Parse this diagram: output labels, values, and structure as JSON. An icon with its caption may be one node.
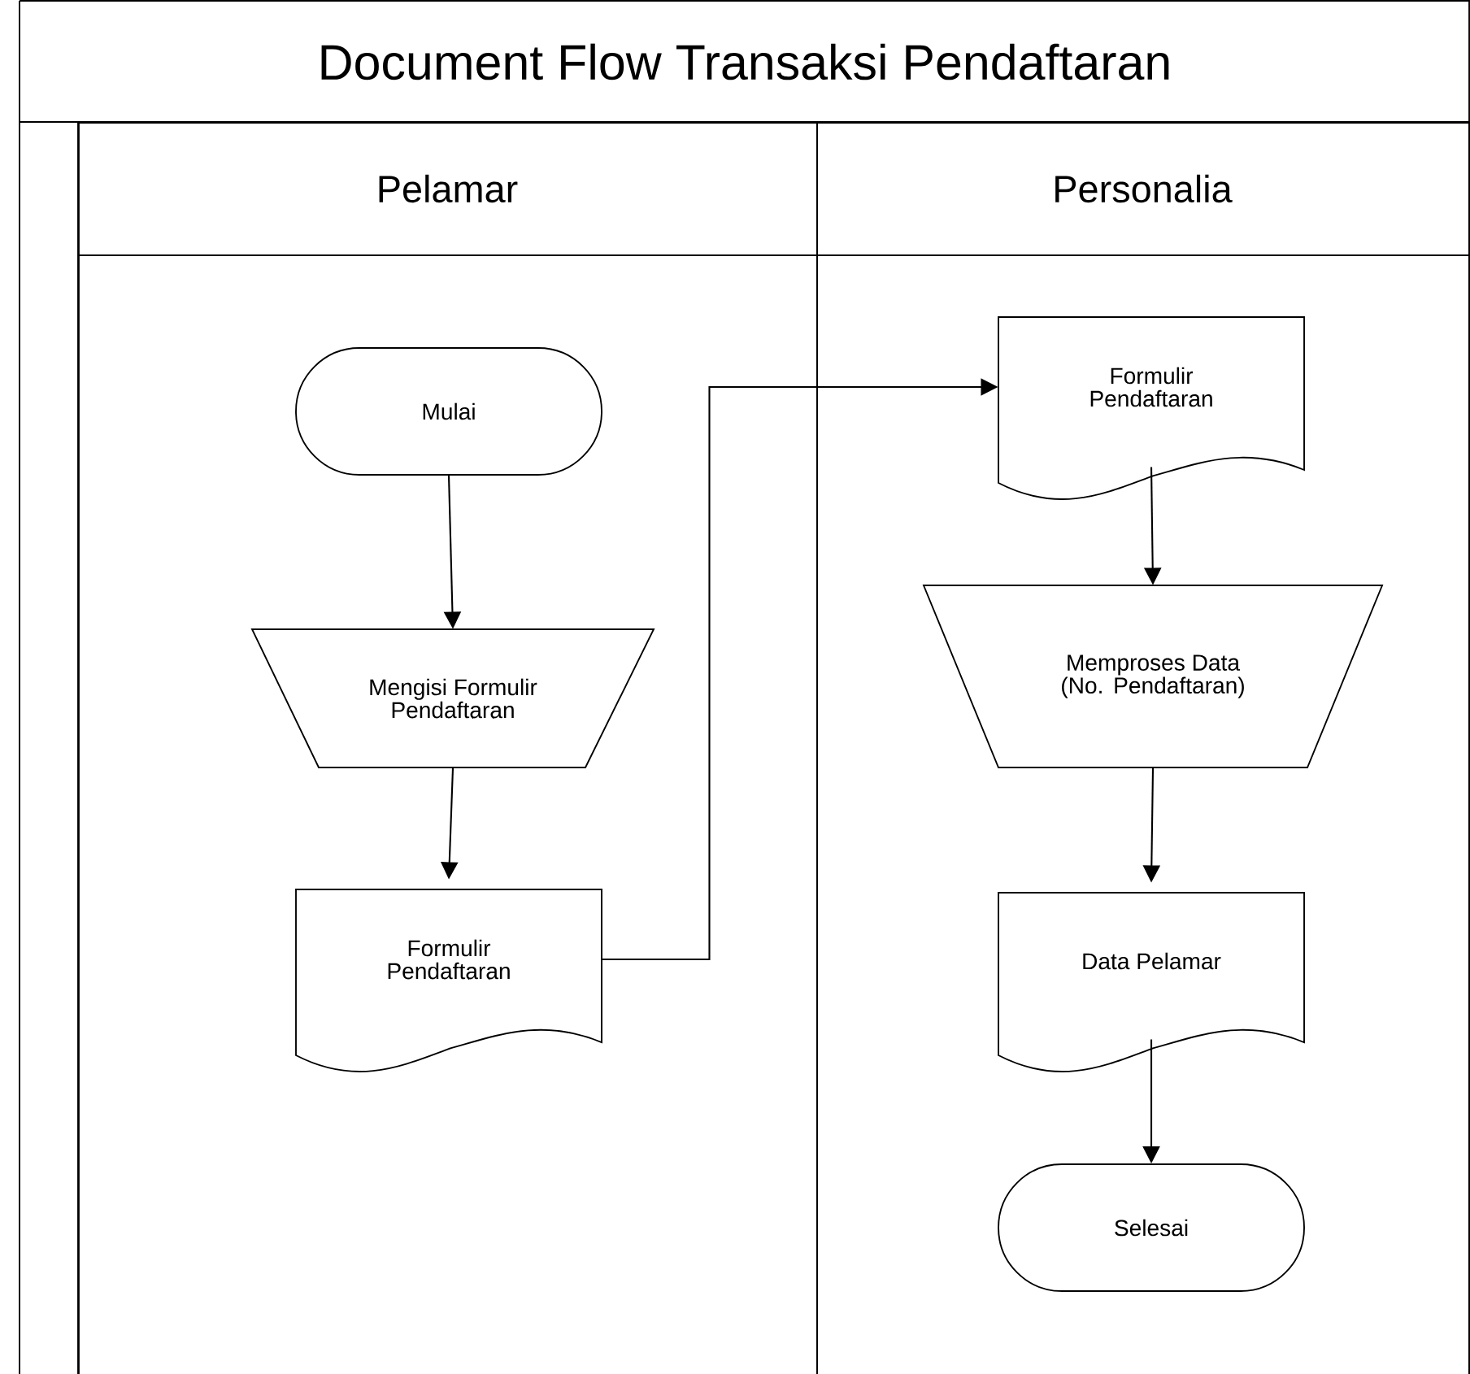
{
  "diagram": {
    "title": "Document Flow Transaksi Pendaftaran",
    "nodes": [
      {
        "text": [
          "Pelamar"
        ]
      },
      {
        "text": [
          "Personalia"
        ]
      },
      {
        "text": [
          "Mulai"
        ],
        "in": 0
      },
      {
        "text": [
          "Mengisi Formulir Pendaftaran"
        ],
        "in": 0
      },
      {
        "text": [
          "Formulir Pendaftaran"
        ],
        "in": 0
      },
      {
        "text": [
          "Formulir Pendaftaran"
        ],
        "in": 1
      },
      {
        "text": [
          "Memproses Data (No. Pendaftaran)"
        ],
        "in": 1
      },
      {
        "text": [
          "Data Pelamar"
        ],
        "in": 1
      },
      {
        "text": [
          "Selesai"
        ],
        "in": 1
      }
    ],
    "edges": [
      {
        "from": 2,
        "to": 3,
        "arrow": "to"
      },
      {
        "from": 3,
        "to": 4,
        "arrow": "to"
      },
      {
        "from": 4,
        "to": 5,
        "arrow": "to"
      },
      {
        "from": 5,
        "to": 6,
        "arrow": "to"
      },
      {
        "from": 6,
        "to": 7,
        "arrow": "to"
      },
      {
        "from": 7,
        "to": 8,
        "arrow": "to"
      }
    ]
  }
}
